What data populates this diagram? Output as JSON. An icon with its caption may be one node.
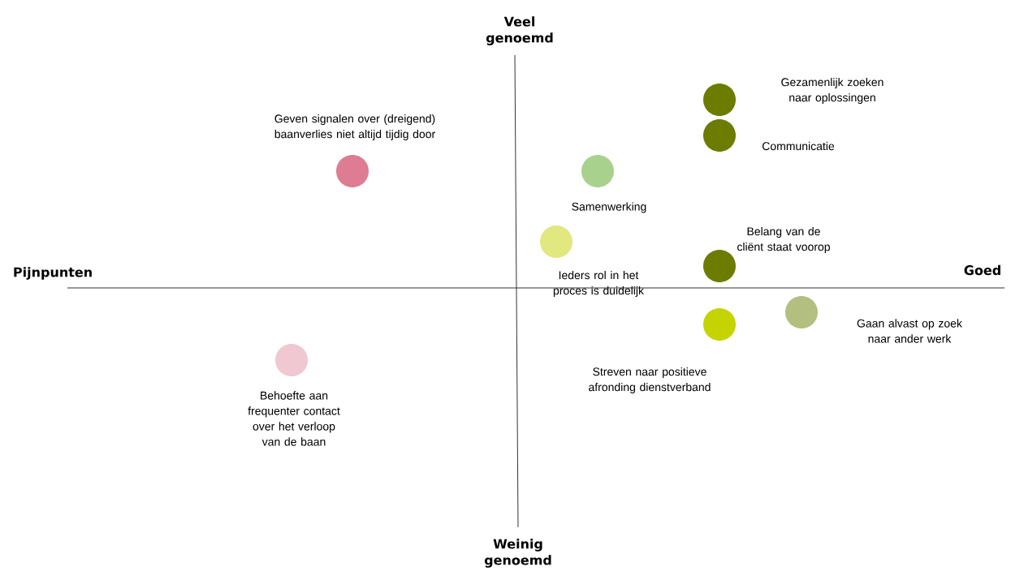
{
  "diagram": {
    "nodes": [
      {
        "text": [],
        "shape": "circle",
        "beside": [
          "Gezamenlijk zoeken naar oplossingen"
        ]
      },
      {
        "text": [],
        "shape": "circle",
        "beside": [
          "Communicatie"
        ]
      },
      {
        "text": [],
        "shape": "circle",
        "beside": [
          "Geven signalen over (dreigend) baanverlies niet altijd tijdig door"
        ]
      },
      {
        "text": [],
        "shape": "circle",
        "beside": [
          "Samenwerking"
        ]
      },
      {
        "text": [],
        "shape": "circle",
        "beside": [
          "Ieders rol in het proces is duidelijk"
        ]
      },
      {
        "text": [],
        "shape": "circle",
        "beside": [
          "Belang van de cliënt staat voorop"
        ]
      },
      {
        "text": [],
        "shape": "circle",
        "beside": [
          "Gaan alvast op zoek naar ander werk"
        ]
      },
      {
        "text": [],
        "shape": "circle",
        "beside": [
          "Streven naar positieve afronding dienstverband"
        ]
      },
      {
        "text": [],
        "shape": "circle",
        "beside": [
          "Behoefte aan frequenter contact over het verloop van de baan"
        ]
      }
    ],
    "labels": [
      "Veel genoemd",
      "Pijnpunten",
      "Goed",
      "Weinig genoemd"
    ]
  }
}
